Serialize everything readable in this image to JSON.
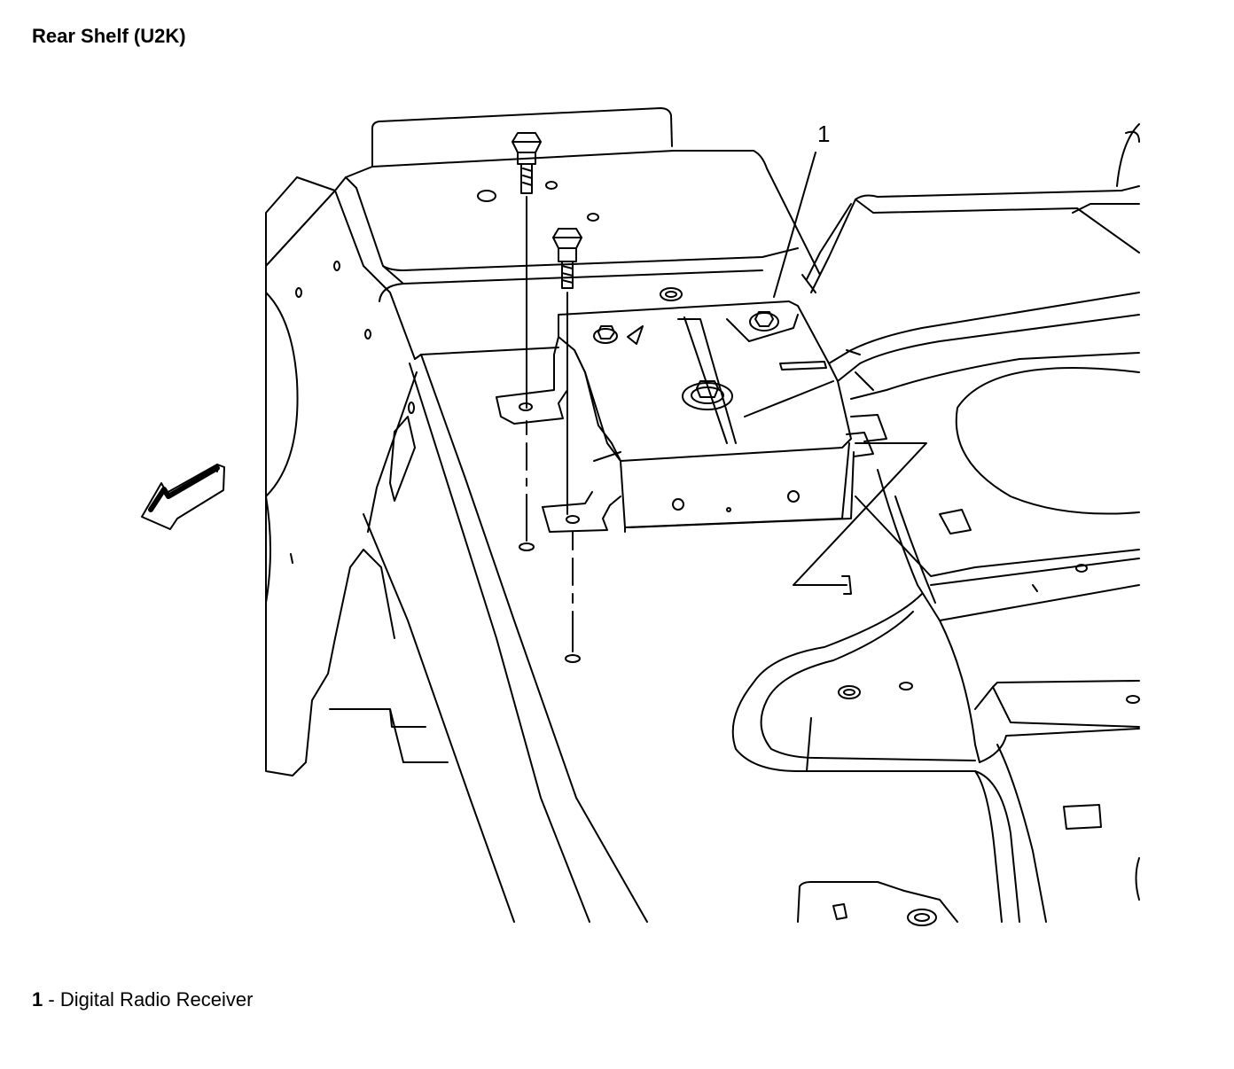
{
  "title": "Rear Shelf (U2K)",
  "callouts": [
    {
      "number": "1",
      "label": "Digital Radio Receiver"
    }
  ],
  "legend_separator": " - ",
  "icons": [
    "bolt-icon",
    "direction-arrow-icon"
  ]
}
